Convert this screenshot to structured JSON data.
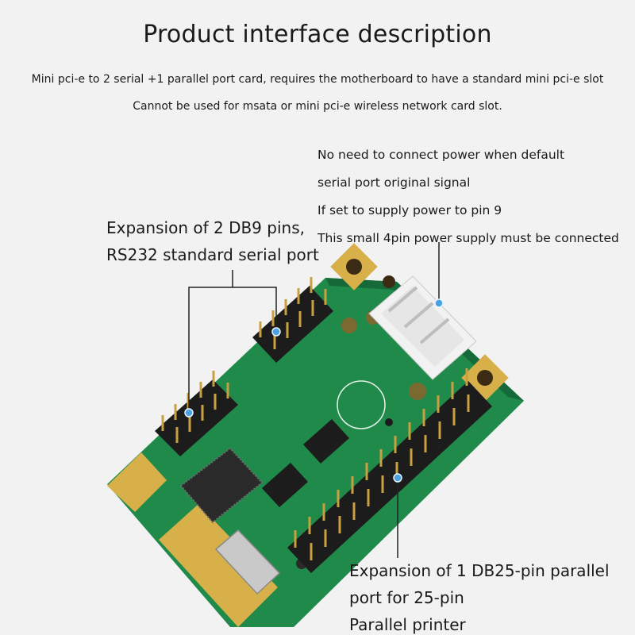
{
  "header": {
    "title": "Product interface description",
    "subtitle_1": "Mini pci-e to 2 serial +1 parallel port card, requires the motherboard to have a standard mini pci-e slot",
    "subtitle_2": "Cannot be used for msata or mini pci-e wireless network card slot."
  },
  "annotations": {
    "power": [
      "No need to connect power when default",
      "serial port original signal",
      "If set to supply power to pin 9",
      "This small 4pin power supply must be connected"
    ],
    "serial": [
      "Expansion of 2 DB9 pins,",
      "RS232 standard serial port"
    ],
    "parallel": [
      "Expansion of 1 DB25-pin parallel",
      "port for 25-pin",
      "Parallel printer"
    ]
  },
  "colors": {
    "pcb": "#1f8a4a",
    "pcb_dark": "#15663a",
    "gold": "#d8b04a",
    "header_pin": "#c8a040",
    "header_base": "#1c1c1c",
    "marker": "#4aa3e0"
  },
  "icons": [
    "callout-dot",
    "board-image"
  ]
}
